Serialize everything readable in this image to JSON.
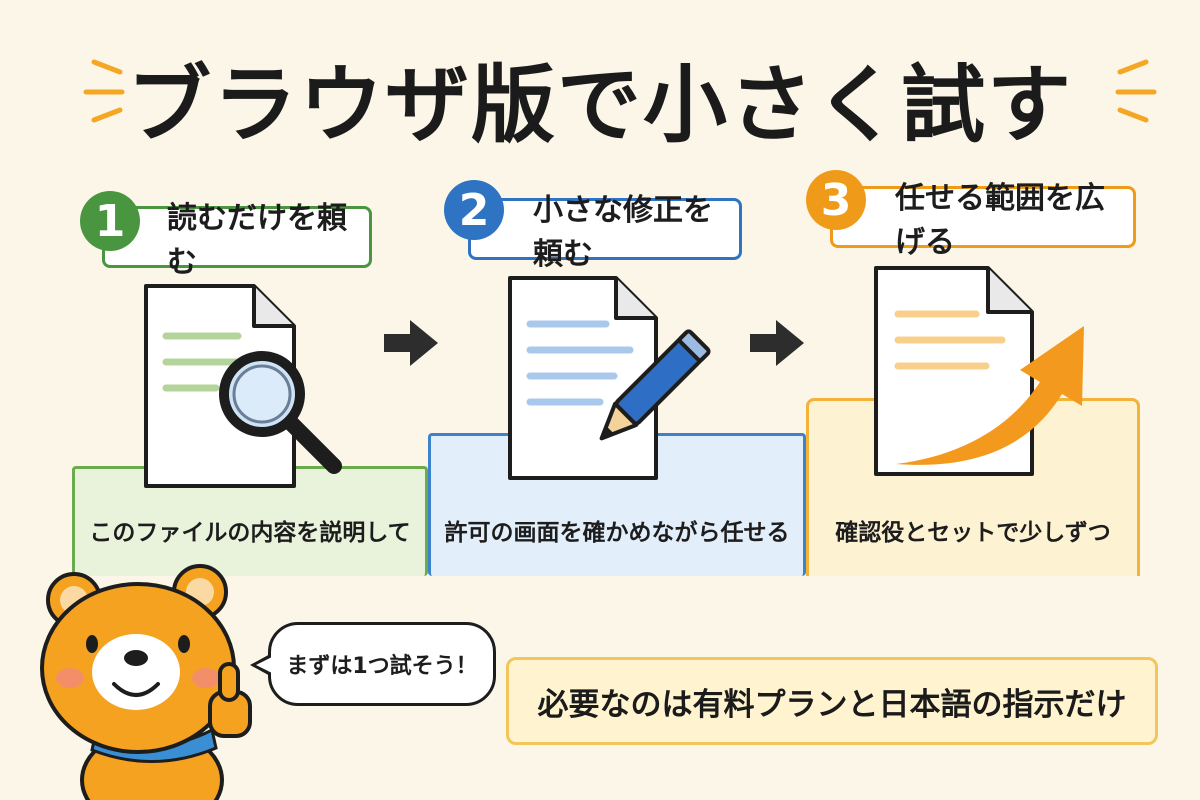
{
  "title": "ブラウザ版で小さく試す",
  "steps": [
    {
      "number": "1",
      "label": "読むだけを頼む",
      "description": "このファイルの内容を説明して",
      "color": "#4a9640"
    },
    {
      "number": "2",
      "label": "小さな修正を頼む",
      "description": "許可の画面を確かめながら任せる",
      "color": "#2f74c2"
    },
    {
      "number": "3",
      "label": "任せる範囲を広げる",
      "description": "確認役とセットで少しずつ",
      "color": "#f09a1a"
    }
  ],
  "bubble": {
    "text": "まずは1つ試そう！"
  },
  "callout": {
    "text": "必要なのは有料プランと日本語の指示だけ"
  },
  "icons": [
    "sparkle-lines-icon",
    "document-icon",
    "magnifier-icon",
    "pencil-icon",
    "arrow-right-icon",
    "growth-arrow-icon",
    "bear-mascot-icon"
  ]
}
